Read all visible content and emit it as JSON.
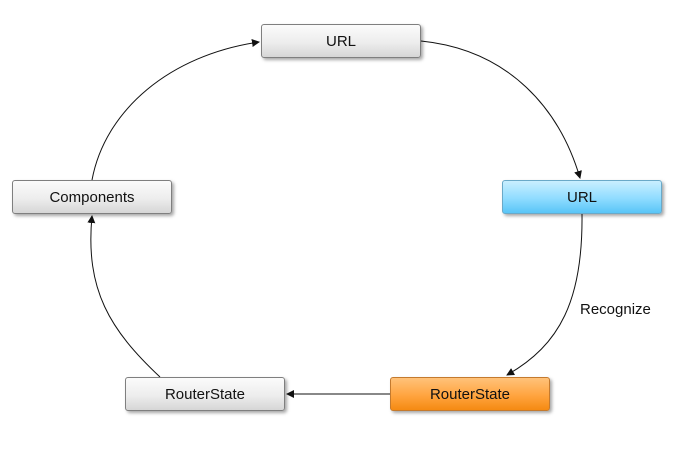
{
  "nodes": {
    "url_top": {
      "label": "URL"
    },
    "url_right": {
      "label": "URL"
    },
    "routerstate_right": {
      "label": "RouterState"
    },
    "routerstate_left": {
      "label": "RouterState"
    },
    "components": {
      "label": "Components"
    }
  },
  "edges": {
    "recognize_label": "Recognize"
  },
  "colors": {
    "highlight_blue": "#8fdcff",
    "highlight_orange": "#ffa43f",
    "default_gray": "#ededed"
  }
}
